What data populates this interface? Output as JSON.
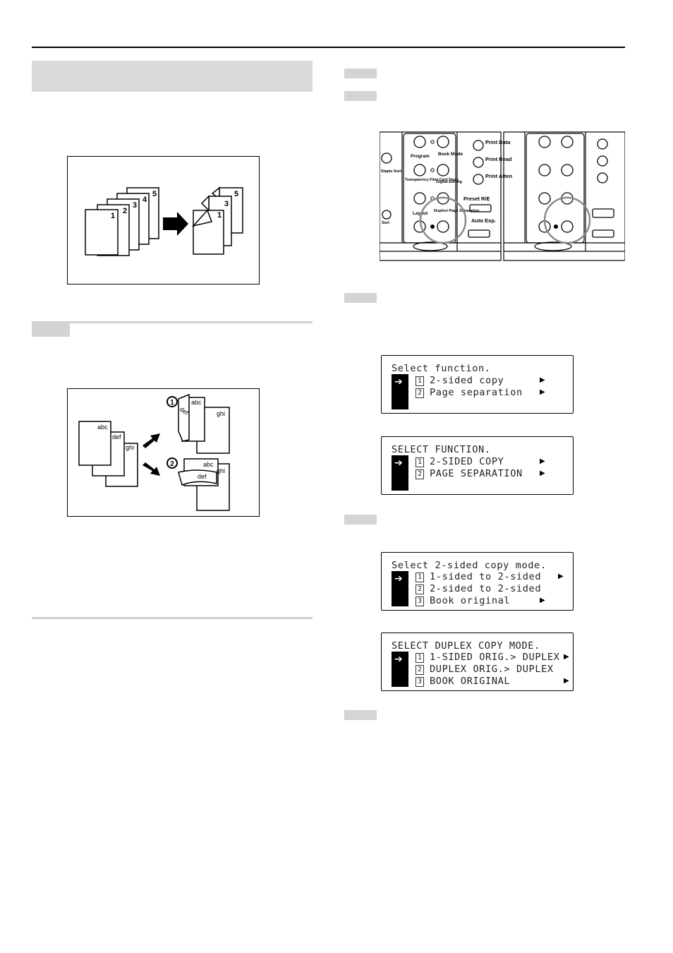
{
  "figure_stack": {
    "source_pages": [
      "1",
      "2",
      "3",
      "4",
      "5"
    ],
    "result_pages": [
      "5",
      "3",
      "1"
    ]
  },
  "figure_separation": {
    "originals": [
      "abc",
      "def",
      "ghi"
    ],
    "callouts": [
      "1",
      "2"
    ],
    "result1": [
      "def",
      "abc",
      "ghi"
    ],
    "result2": [
      "abc",
      "def",
      "ghi"
    ]
  },
  "panel": {
    "left_labels": [
      "Program",
      "Book Mode",
      "Transparency Film/ Card Stock",
      "Digital Editing",
      "Layout",
      "Duplex/ Page Separation",
      "Staple Sort",
      "Sort"
    ],
    "left_side_labels": [
      "Print Data",
      "Print Read",
      "Print Atten",
      "Preset R/E",
      "Auto Exp."
    ]
  },
  "lcd_screens": [
    {
      "lines": [
        "Select function.",
        "2-sided copy",
        "Page separation"
      ],
      "numbers": [
        "1",
        "2"
      ]
    },
    {
      "lines": [
        "SELECT FUNCTION.",
        "2-SIDED COPY",
        "PAGE SEPARATION"
      ],
      "numbers": [
        "1",
        "2"
      ]
    },
    {
      "lines": [
        "Select 2-sided copy mode.",
        "1-sided to 2-sided",
        "2-sided to 2-sided",
        "Book original"
      ],
      "numbers": [
        "1",
        "2",
        "3"
      ]
    },
    {
      "lines": [
        "SELECT DUPLEX COPY MODE.",
        "1-SIDED ORIG.> DUPLEX",
        "DUPLEX ORIG.> DUPLEX",
        "BOOK ORIGINAL"
      ],
      "numbers": [
        "1",
        "2",
        "3"
      ]
    }
  ],
  "icons": {
    "cursor": "right-arrow-icon",
    "submenu": "right-triangle-icon"
  },
  "colors": {
    "band": "#d9d9d9",
    "tab": "#d4d4d4",
    "highlight_circle": "#8a8a8a"
  }
}
